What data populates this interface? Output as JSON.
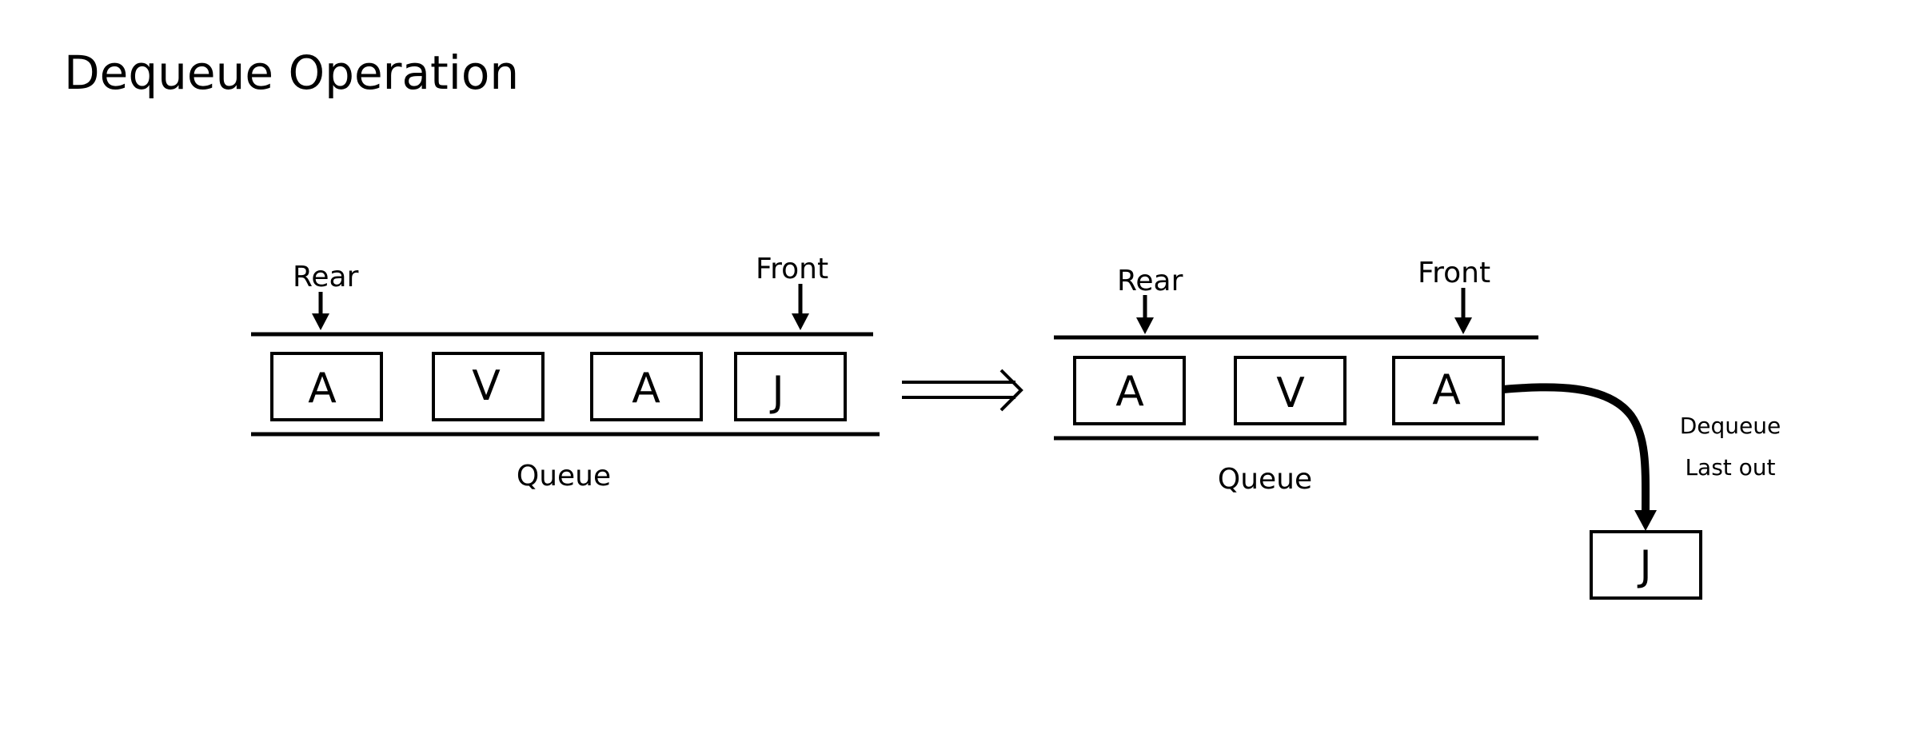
{
  "title": "Dequeue Operation",
  "before": {
    "rear_label": "Rear",
    "front_label": "Front",
    "queue_label": "Queue",
    "cells": [
      "A",
      "V",
      "A",
      "J"
    ]
  },
  "after": {
    "rear_label": "Rear",
    "front_label": "Front",
    "queue_label": "Queue",
    "cells": [
      "A",
      "V",
      "A"
    ]
  },
  "dequeued": {
    "line1": "Dequeue",
    "line2": "Last out",
    "value": "J"
  }
}
